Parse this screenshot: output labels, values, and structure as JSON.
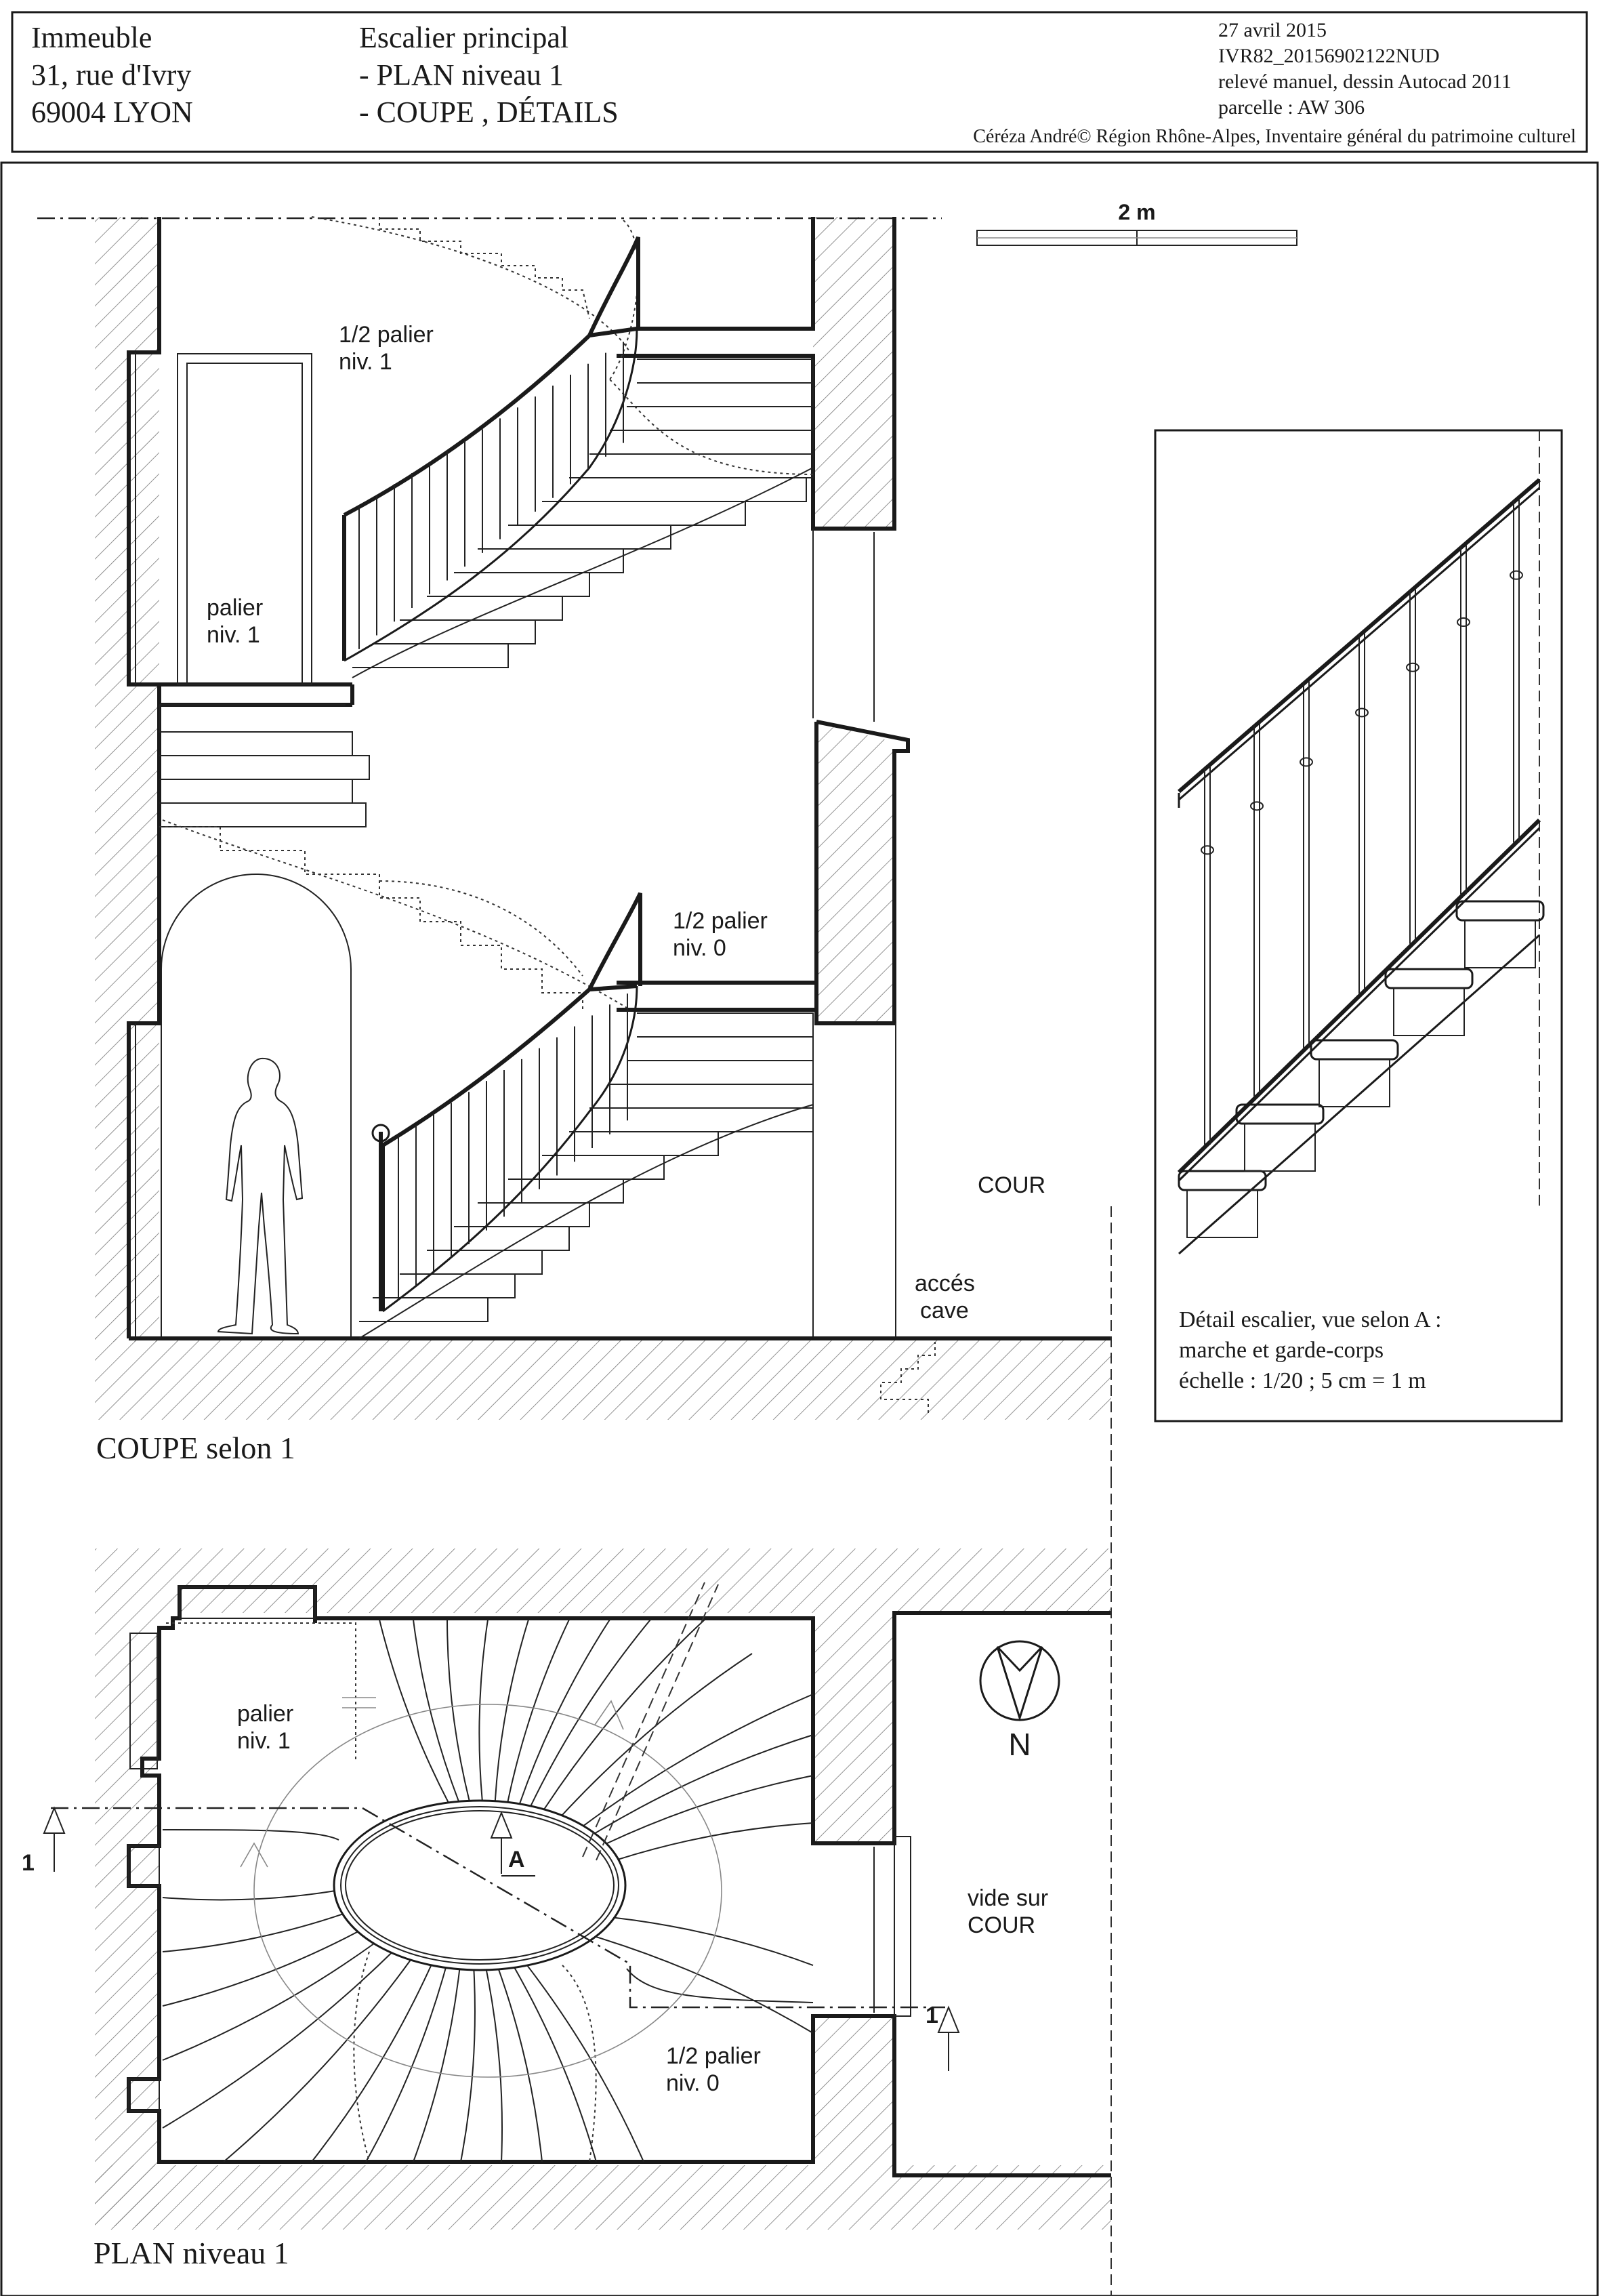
{
  "header": {
    "building": [
      "Immeuble",
      "31, rue d'Ivry",
      "69004 LYON"
    ],
    "subject": [
      "Escalier principal",
      "- PLAN niveau 1",
      "- COUPE , DÉTAILS"
    ],
    "meta": [
      "27 avril 2015",
      "IVR82_20156902122NUD",
      "relevé manuel, dessin Autocad 2011",
      "parcelle : AW 306"
    ],
    "credit": "Céréza André© Région Rhône-Alpes, Inventaire général du patrimoine culturel"
  },
  "scale_bar": {
    "label": "2 m"
  },
  "section": {
    "caption": "COUPE selon 1",
    "labels": {
      "half_landing_1": [
        "1/2 palier",
        "niv. 1"
      ],
      "landing_1": [
        "palier",
        "niv. 1"
      ],
      "half_landing_0": [
        "1/2 palier",
        "niv. 0"
      ],
      "courtyard": "COUR",
      "cellar": [
        "accés",
        "cave"
      ]
    }
  },
  "detail": {
    "caption": [
      "Détail escalier, vue selon A :",
      "marche et garde-corps",
      "échelle : 1/20 ; 5 cm = 1 m"
    ]
  },
  "plan": {
    "caption": "PLAN niveau 1",
    "labels": {
      "landing_1": [
        "palier",
        "niv. 1"
      ],
      "half_landing_0": [
        "1/2 palier",
        "niv. 0"
      ],
      "void": [
        "vide sur",
        "COUR"
      ],
      "section_mark": "1",
      "view_mark": "A",
      "north": "N"
    }
  }
}
